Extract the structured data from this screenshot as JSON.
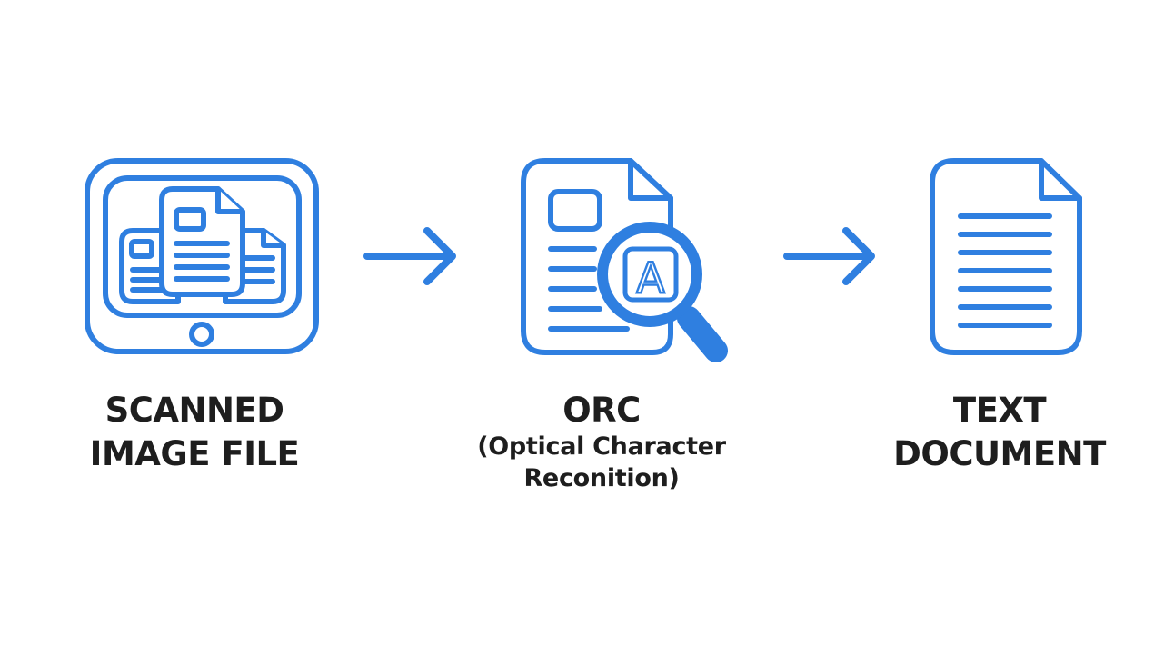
{
  "colors": {
    "accent": "#2f7fe0",
    "text": "#1e1e1e",
    "background": "#ffffff"
  },
  "steps": [
    {
      "icon": "tablet-documents-icon",
      "title_lines": [
        "SCANNED",
        "IMAGE FILE"
      ]
    },
    {
      "icon": "document-magnifier-icon",
      "glyph": "A",
      "title_lines": [
        "ORC"
      ],
      "subtitle_lines": [
        "(Optical Character",
        "Reconition)"
      ]
    },
    {
      "icon": "text-document-icon",
      "title_lines": [
        "TEXT",
        "DOCUMENT"
      ]
    }
  ],
  "connectors": [
    "arrow-right-icon",
    "arrow-right-icon"
  ]
}
